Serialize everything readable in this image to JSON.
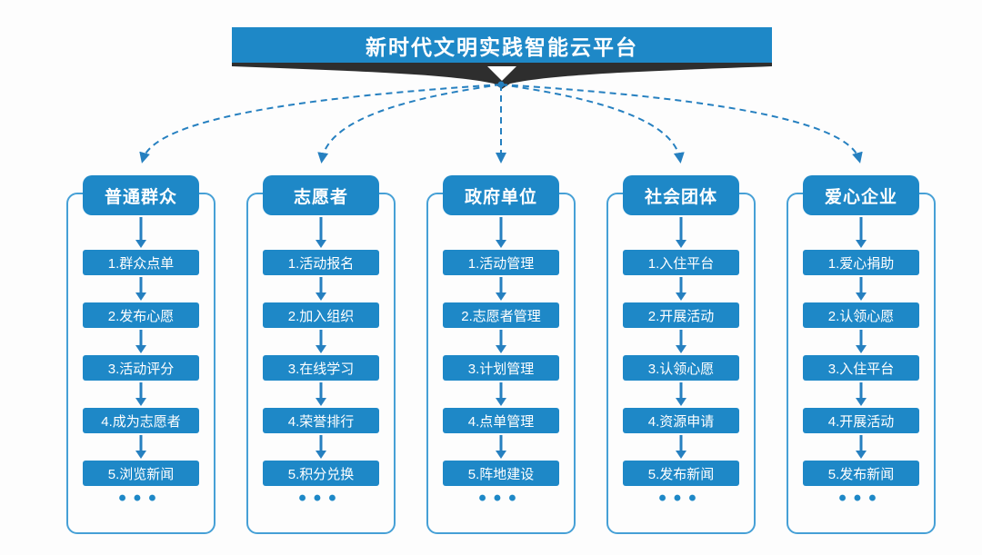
{
  "title": "新时代文明实践智能云平台",
  "ellipsis": "•••",
  "colors": {
    "primary": "#1E88C7",
    "arrow": "#2680C0",
    "card_border": "#46A0D6",
    "ribbon": "#2E2E2E",
    "bg": "#FDFDFD"
  },
  "columns": [
    {
      "header": "普通群众",
      "steps": [
        "1.群众点单",
        "2.发布心愿",
        "3.活动评分",
        "4.成为志愿者",
        "5.浏览新闻"
      ]
    },
    {
      "header": "志愿者",
      "steps": [
        "1.活动报名",
        "2.加入组织",
        "3.在线学习",
        "4.荣誉排行",
        "5.积分兑换"
      ]
    },
    {
      "header": "政府单位",
      "steps": [
        "1.活动管理",
        "2.志愿者管理",
        "3.计划管理",
        "4.点单管理",
        "5.阵地建设"
      ]
    },
    {
      "header": "社会团体",
      "steps": [
        "1.入住平台",
        "2.开展活动",
        "3.认领心愿",
        "4.资源申请",
        "5.发布新闻"
      ]
    },
    {
      "header": "爱心企业",
      "steps": [
        "1.爱心捐助",
        "2.认领心愿",
        "3.入住平台",
        "4.开展活动",
        "5.发布新闻"
      ]
    }
  ]
}
